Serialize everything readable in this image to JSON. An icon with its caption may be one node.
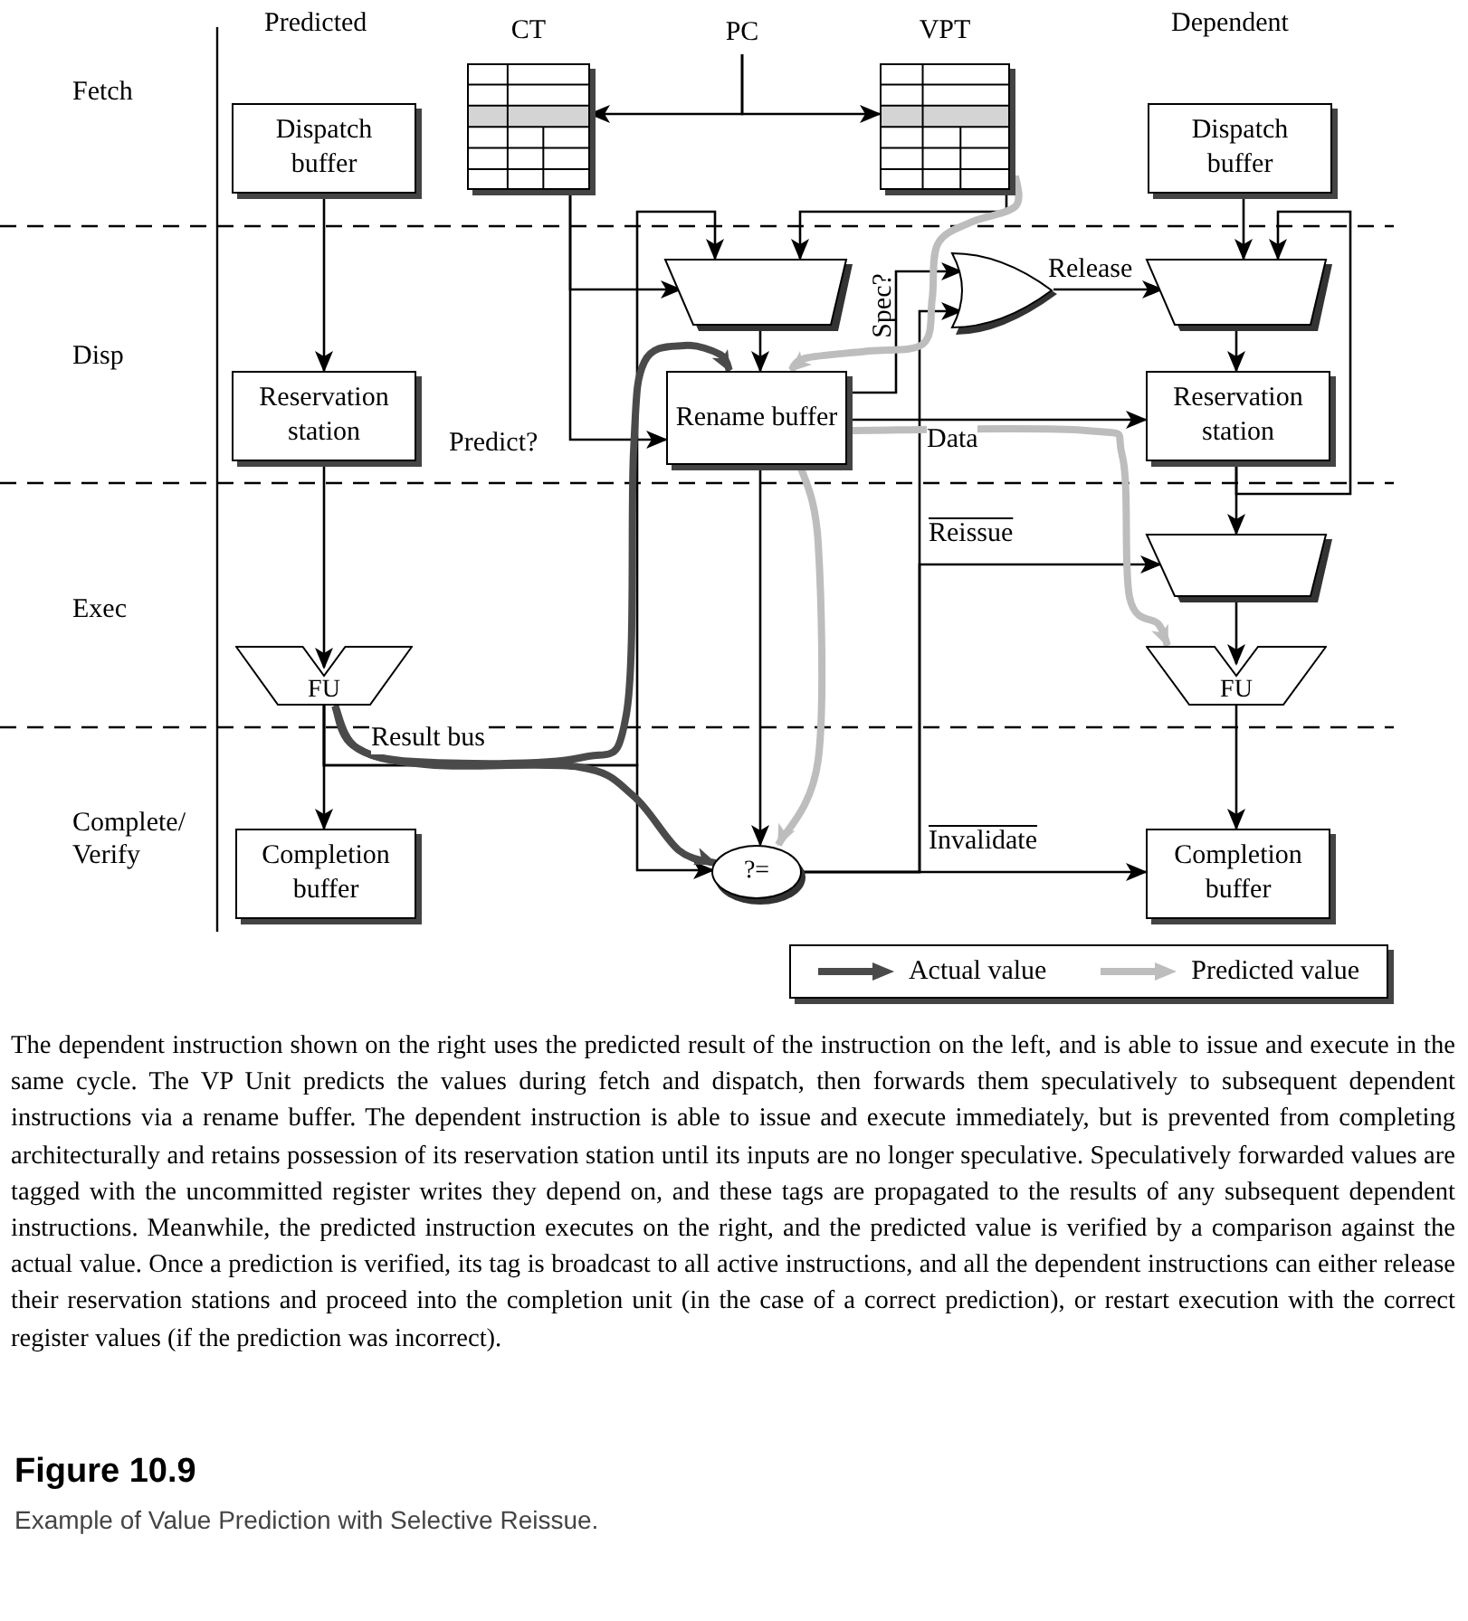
{
  "diagram": {
    "title": "Figure 10.9",
    "caption": "Example of Value Prediction with Selective Reissue.",
    "nodes": [
      {
        "text": [
          "Dispatch buffer"
        ]
      },
      {
        "text": [
          "CT"
        ]
      },
      {
        "text": [
          "PC"
        ]
      },
      {
        "text": [
          "VPT"
        ]
      },
      {
        "text": [
          "Dispatch buffer"
        ]
      },
      {
        "text": [],
        "shape": "trapezoid"
      },
      {
        "text": [],
        "shape": "gate"
      },
      {
        "text": [],
        "shape": "trapezoid"
      },
      {
        "text": [
          "Reservation station"
        ]
      },
      {
        "text": [
          "Rename buffer"
        ]
      },
      {
        "text": [
          "Reservation station"
        ]
      },
      {
        "text": [],
        "shape": "trapezoid"
      },
      {
        "text": [
          "FU"
        ]
      },
      {
        "text": [
          "FU"
        ]
      },
      {
        "text": [
          "Completion buffer"
        ]
      },
      {
        "text": [
          "?="
        ]
      },
      {
        "text": [
          "Completion buffer"
        ]
      }
    ],
    "edges": [
      {
        "from": 0,
        "to": 8,
        "arrow": "to"
      },
      {
        "from": 8,
        "to": 12,
        "arrow": "to"
      },
      {
        "from": 12,
        "to": 14,
        "arrow": "to"
      },
      {
        "from": 2,
        "to": 1,
        "arrow": "to"
      },
      {
        "from": 2,
        "to": 3,
        "arrow": "to"
      },
      {
        "from": 1,
        "to": 5,
        "arrow": "to"
      },
      {
        "from": 1,
        "to": 9,
        "arrow": "to"
      },
      {
        "from": 5,
        "to": 9,
        "arrow": "to"
      },
      {
        "from": 9,
        "to": 6,
        "arrow": "to",
        "label": "Spec?"
      },
      {
        "from": 9,
        "to": 10,
        "arrow": "to",
        "label": "Data"
      },
      {
        "from": 6,
        "to": 7,
        "arrow": "to",
        "label": "Release"
      },
      {
        "from": 4,
        "to": 7,
        "arrow": "to"
      },
      {
        "from": 7,
        "to": 10,
        "arrow": "to"
      },
      {
        "from": 10,
        "to": 11,
        "arrow": "to"
      },
      {
        "from": 11,
        "to": 13,
        "arrow": "to"
      },
      {
        "from": 13,
        "to": 16,
        "arrow": "to"
      },
      {
        "from": 15,
        "to": 16,
        "arrow": "to",
        "label": "Invalidate"
      },
      {
        "from": 15,
        "to": 6,
        "arrow": "to"
      },
      {
        "from": 10,
        "to": 7,
        "arrow": "to"
      },
      {
        "from": 15,
        "to": 11,
        "arrow": "to",
        "label": "Reissue"
      },
      {
        "from": 12,
        "to": 5,
        "arrow": "to"
      },
      {
        "from": 12,
        "to": 15,
        "arrow": "to",
        "label": "Result bus"
      },
      {
        "from": 3,
        "to": 5,
        "arrow": "to"
      },
      {
        "from": 9,
        "to": 15,
        "arrow": "to"
      },
      {
        "from": 12,
        "to": 9,
        "arrow": "to",
        "style": "thick",
        "color": "#4a4a4a"
      },
      {
        "from": 12,
        "to": 15,
        "arrow": "to",
        "style": "thick",
        "color": "#4a4a4a"
      },
      {
        "from": 3,
        "to": 9,
        "arrow": "to",
        "style": "thick",
        "color": "#bdbdbd"
      },
      {
        "from": 9,
        "to": 13,
        "arrow": "to",
        "style": "thick",
        "color": "#bdbdbd"
      },
      {
        "from": 9,
        "to": 15,
        "arrow": "to",
        "style": "thick",
        "color": "#bdbdbd"
      }
    ],
    "labels": [
      "Predicted",
      "Dependent",
      "Fetch",
      "Disp",
      "Exec",
      "Complete/ Verify",
      "Predict?",
      "The dependent instruction shown on the right uses the predicted result of the instruction on the left, and is able to issue and execute in the same cycle. The VP Unit predicts the values during fetch and dispatch, then forwards them speculatively to subsequent dependent instructions via a rename buffer. The dependent instruction is able to issue and execute immediately, but is prevented from completing architecturally and retains possession of its reservation station until its inputs are no longer speculative. Speculatively forwarded values are tagged with the uncommitted register writes they depend on, and these tags are propagated to the results of any subsequent dependent instructions. Meanwhile, the predicted instruction executes on the right, and the predicted value is verified by a comparison against the actual value. Once a prediction is verified, its tag is broadcast to all active instructions, and all the dependent instructions can either release their reservation stations and proceed into the completion unit (in the case of a correct prediction), or restart execution with the correct register values (if the prediction was incorrect)."
    ],
    "legend": [
      {
        "text": "Actual value"
      },
      {
        "text": "Predicted value"
      }
    ]
  }
}
